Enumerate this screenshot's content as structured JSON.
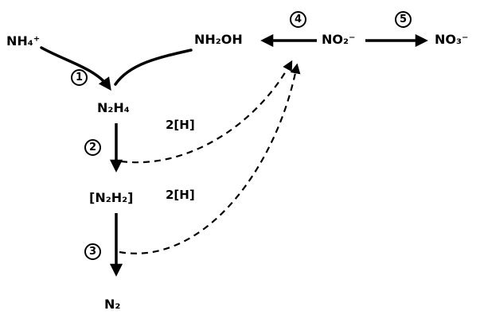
{
  "species": {
    "nh4": "NH₄⁺",
    "nh2oh": "NH₂OH",
    "no2": "NO₂⁻",
    "no3": "NO₃⁻",
    "n2h4": "N₂H₄",
    "n2h2": "[N₂H₂]",
    "n2": "N₂"
  },
  "step_numbers": {
    "s1": "1",
    "s2": "2",
    "s3": "3",
    "s4": "4",
    "s5": "5"
  },
  "electron_labels": {
    "step2": "2[H]",
    "step3": "2[H]"
  },
  "colors": {
    "ink": "#000000",
    "background": "#ffffff"
  }
}
